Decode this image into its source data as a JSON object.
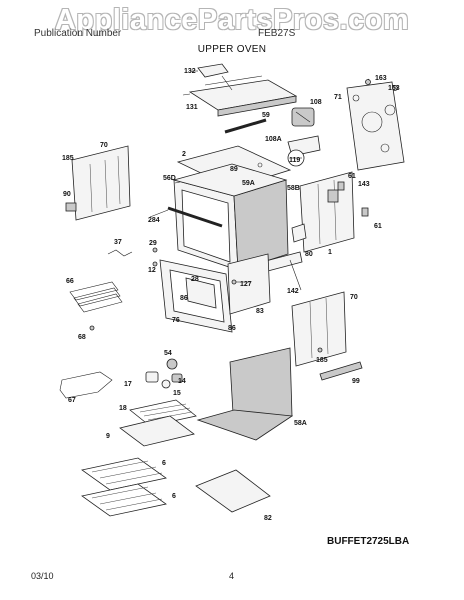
{
  "watermark": "AppliancePartsPros.com",
  "header": {
    "left": "Publication Number",
    "right": "FEB27S",
    "section_title": "UPPER OVEN"
  },
  "model_code": "BUFFET2725LBA",
  "footer": {
    "date": "03/10",
    "page": "4"
  },
  "part_labels": [
    {
      "id": "132"
    },
    {
      "id": "131"
    },
    {
      "id": "163"
    },
    {
      "id": "153"
    },
    {
      "id": "71"
    },
    {
      "id": "108"
    },
    {
      "id": "59"
    },
    {
      "id": "108A"
    },
    {
      "id": "119"
    },
    {
      "id": "70a",
      "text": "70"
    },
    {
      "id": "185a",
      "text": "185"
    },
    {
      "id": "90"
    },
    {
      "id": "2"
    },
    {
      "id": "89"
    },
    {
      "id": "56D"
    },
    {
      "id": "59A"
    },
    {
      "id": "58B"
    },
    {
      "id": "61a",
      "text": "61"
    },
    {
      "id": "143"
    },
    {
      "id": "61b",
      "text": "61"
    },
    {
      "id": "284"
    },
    {
      "id": "37"
    },
    {
      "id": "29"
    },
    {
      "id": "12"
    },
    {
      "id": "80"
    },
    {
      "id": "1"
    },
    {
      "id": "66"
    },
    {
      "id": "28"
    },
    {
      "id": "86a",
      "text": "86"
    },
    {
      "id": "127"
    },
    {
      "id": "142"
    },
    {
      "id": "70b",
      "text": "70"
    },
    {
      "id": "68"
    },
    {
      "id": "76"
    },
    {
      "id": "86b",
      "text": "86"
    },
    {
      "id": "83"
    },
    {
      "id": "54"
    },
    {
      "id": "185b",
      "text": "185"
    },
    {
      "id": "67"
    },
    {
      "id": "17"
    },
    {
      "id": "14"
    },
    {
      "id": "15"
    },
    {
      "id": "99"
    },
    {
      "id": "18"
    },
    {
      "id": "58A"
    },
    {
      "id": "9"
    },
    {
      "id": "6a",
      "text": "6"
    },
    {
      "id": "6b",
      "text": "6"
    },
    {
      "id": "82"
    }
  ]
}
